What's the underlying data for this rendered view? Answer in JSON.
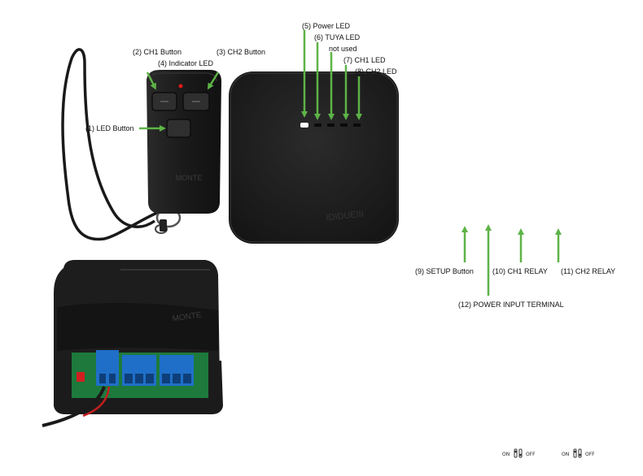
{
  "labels": {
    "led_button": "(1) LED Button",
    "ch1_button": "(2) CH1 Button",
    "ch2_button": "(3) CH2 Button",
    "indicator_led": "(4) Indicator LED",
    "power_led": "(5) Power LED",
    "tuya_led": "(6) TUYA LED",
    "not_used": "not used",
    "ch1_led": "(7) CH1 LED",
    "ch2_led": "(8) CH2 LED",
    "setup_button": "(9) SETUP Button",
    "ch1_relay": "(10) CH1 RELAY",
    "ch2_relay": "(11) CH2 RELAY",
    "power_input": "(12) POWER INPUT TERMINAL"
  },
  "device_text": {
    "remote_brand": "MONTE",
    "module_brand": "IDIDUEIII"
  },
  "switch_legend": {
    "on": "ON",
    "off": "OFF"
  },
  "colors": {
    "arrow": "#5db347",
    "device_body": "#1e1e1e",
    "terminal_blue": "#1f6fc8",
    "pcb_green": "#1d7a3c",
    "indicator_red": "#e01818"
  }
}
